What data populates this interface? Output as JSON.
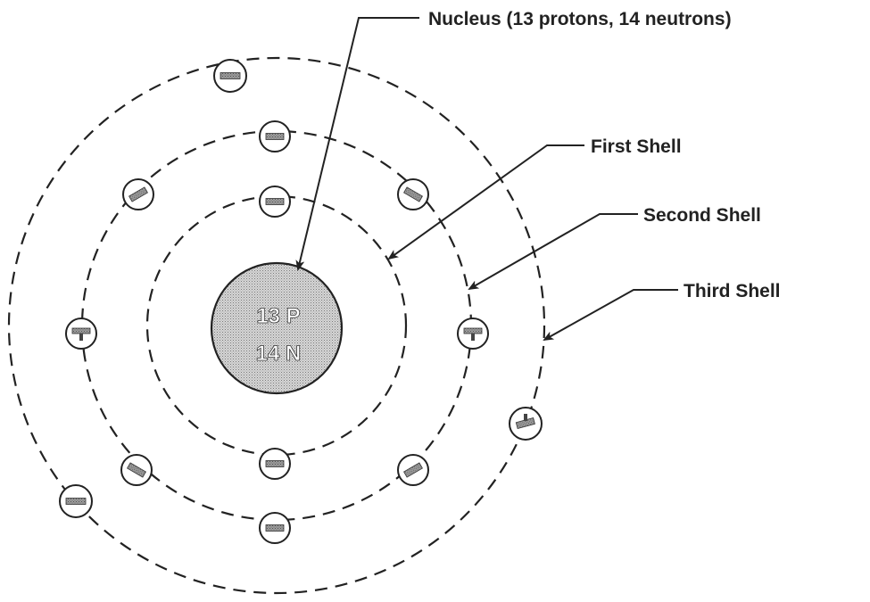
{
  "labels": {
    "nucleus": "Nucleus (13 protons, 14 neutrons)",
    "first_shell": "First Shell",
    "second_shell": "Second Shell",
    "third_shell": "Third Shell"
  },
  "nucleus": {
    "protons_text": "13 P",
    "neutrons_text": "14 N"
  },
  "shells": [
    {
      "name": "first",
      "electrons": 2
    },
    {
      "name": "second",
      "electrons": 8
    },
    {
      "name": "third",
      "electrons": 3
    }
  ]
}
